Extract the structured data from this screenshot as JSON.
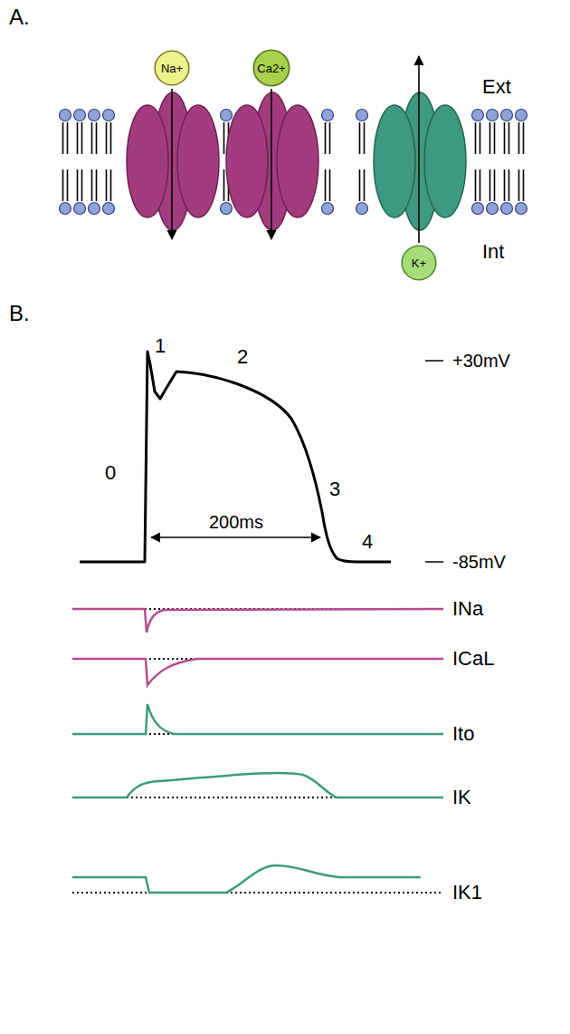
{
  "diagram": {
    "nodes": [
      {
        "text": [
          "Na+"
        ]
      },
      {
        "text": [
          "Ca2+"
        ]
      },
      {
        "text": [
          "K+"
        ]
      }
    ],
    "labels": [
      "A.",
      "Ext",
      "Int",
      "B.",
      "1",
      "2",
      "0",
      "3",
      "4",
      "+30mV",
      "-85mV",
      "200ms",
      "INa",
      "ICaL",
      "Ito",
      "IK",
      "IK1"
    ]
  }
}
